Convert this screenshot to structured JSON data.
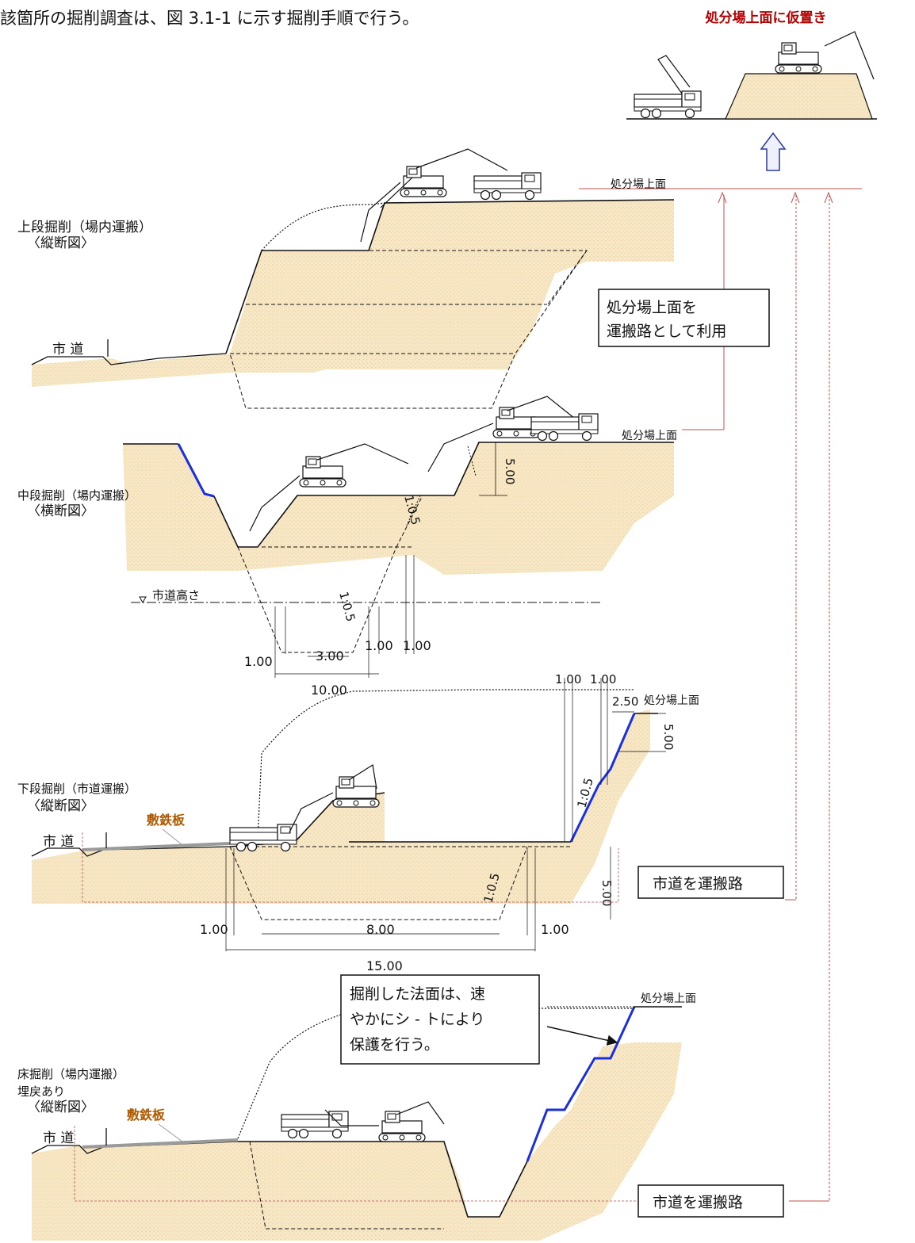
{
  "intro": "該箇所の掘削調査は、図 3.1-1 に示す掘削手順で行う。",
  "top_caption": "処分場上面に仮置き",
  "colors": {
    "soil": "#f7e7c4",
    "soil_dots": "#e3c79a",
    "caption_red": "#b30000",
    "guide_red": "#c0504d",
    "protection_blue": "#1a2fe0",
    "plate_gray": "#9a9a9a",
    "plate_label": "#b05a00",
    "arrow_fill": "#eef1fb",
    "arrow_stroke": "#2b3d9a"
  },
  "stage1": {
    "title": "上段掘削（場内運搬）",
    "view": "〈縦断図〉",
    "road": "市 道",
    "surface": "処分場上面",
    "note_line1": "処分場上面を",
    "note_line2": "運搬路として利用"
  },
  "stage2": {
    "title": "中段掘削（場内運搬）",
    "view": "〈横断図〉",
    "surface": "処分場上面",
    "road_level": "市道高さ",
    "height": "5.00",
    "slope_upper": "1:0.5",
    "slope_lower": "1:0.5",
    "dim_left": "1.00",
    "dim_bottom": "3.00",
    "dim_mid": "1.00",
    "dim_right": "1.00",
    "dim_total": "10.00"
  },
  "stage3": {
    "title": "下段掘削（市道運搬）",
    "view": "〈縦断図〉",
    "plate": "敷鉄板",
    "road": "市 道",
    "surface": "処分場上面",
    "dim_top1": "1.00",
    "dim_top2": "1.00",
    "dim_top3": "2.50",
    "height_upper": "5.00",
    "height_lower": "5.00",
    "slope_upper": "1:0.5",
    "slope_lower": "1:0.5",
    "note": "市道を運搬路",
    "dim_left": "1.00",
    "dim_bottom": "8.00",
    "dim_right": "1.00",
    "dim_total": "15.00"
  },
  "stage4": {
    "title": "床掘削（場内運搬）",
    "subtitle": "埋戻あり",
    "view": "〈縦断図〉",
    "plate": "敷鉄板",
    "road": "市 道",
    "surface": "処分場上面",
    "callout_line1": "掘削した法面は、速",
    "callout_line2": "やかにシ - トにより",
    "callout_line3": "保護を行う。",
    "note": "市道を運搬路"
  }
}
